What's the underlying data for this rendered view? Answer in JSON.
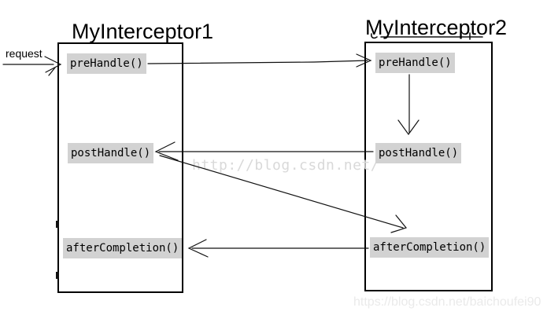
{
  "request_label": "request",
  "interceptor1": {
    "title": "MyInterceptor1",
    "methods": [
      "preHandle()",
      "postHandle()",
      "afterCompletion()"
    ]
  },
  "interceptor2": {
    "title": "MyInterceptor2",
    "methods": [
      "preHandle()",
      "postHandle()",
      "afterCompletion()"
    ]
  },
  "edges": [
    {
      "from": "request",
      "to": "interceptor1.preHandle()"
    },
    {
      "from": "interceptor1.preHandle()",
      "to": "interceptor2.preHandle()"
    },
    {
      "from": "interceptor2.preHandle()",
      "to": "interceptor2.postHandle()"
    },
    {
      "from": "interceptor2.postHandle()",
      "to": "interceptor1.postHandle()"
    },
    {
      "from": "interceptor1.postHandle()",
      "to": "interceptor2.afterCompletion()"
    },
    {
      "from": "interceptor2.afterCompletion()",
      "to": "interceptor1.afterCompletion()"
    }
  ],
  "watermarks": {
    "center": "http://blog.csdn.net/",
    "bottom": "https://blog.csdn.net/baichoufei90"
  },
  "colors": {
    "line": "#111111",
    "label_bg": "#d2d2d2",
    "watermark_center": "#d9d9d9",
    "watermark_bottom": "#eaeaea"
  }
}
